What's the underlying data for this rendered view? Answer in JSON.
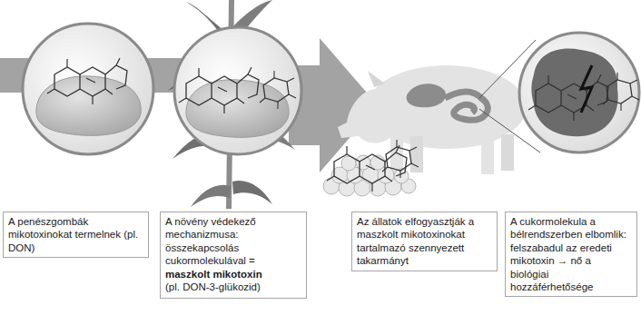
{
  "diagram": {
    "nodes": [
      {
        "text": [
          "A penészgombák mikotoxinokat termelnek   (pl. DON)"
        ]
      },
      {
        "text": [
          "A növény védekező mechanizmusa: összekapcsolás cukormolekulával =",
          "maszkolt mikotoxin",
          "(pl. DON-3-glükozid)"
        ]
      },
      {
        "text": [
          "Az állatok elfogyasztják a maszkolt mikotoxinokat tartalmazó szennyezett takarmányt"
        ]
      },
      {
        "text": [
          "A cukormolekula a bélrendszerben elbomlik: felszabadul az eredeti mikotoxin → nő a biológiai hozzáférhetősége"
        ]
      }
    ]
  }
}
